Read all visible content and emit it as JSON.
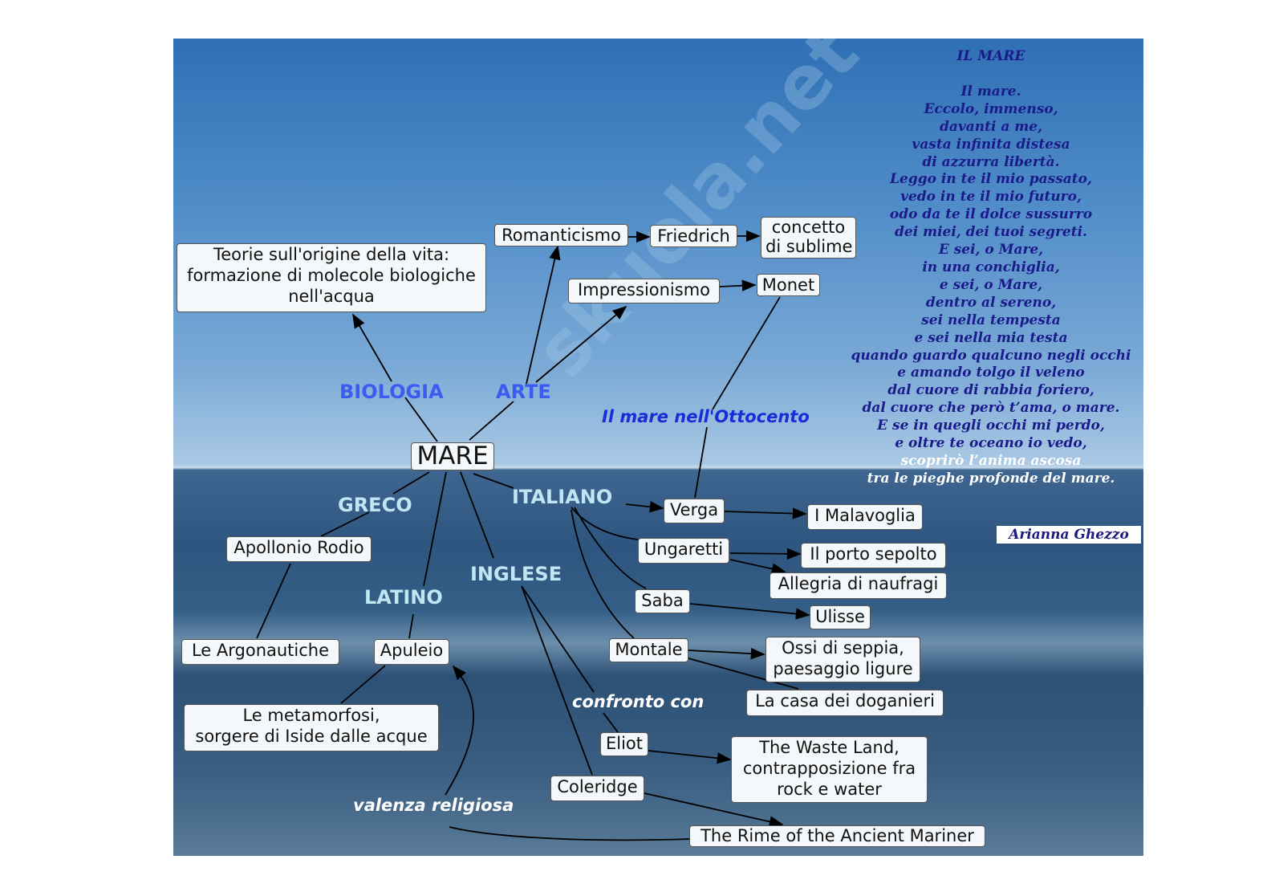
{
  "watermark": "skuola.net",
  "center": "MARE",
  "categories": {
    "biologia": "BIOLOGIA",
    "arte": "ARTE",
    "greco": "GRECO",
    "latino": "LATINO",
    "italiano": "ITALIANO",
    "inglese": "INGLESE"
  },
  "links": {
    "ottocento": "Il mare nell'Ottocento",
    "confronto": "confronto con",
    "valenza": "valenza religiosa"
  },
  "nodes": {
    "teorie": [
      "Teorie sull'origine della vita:",
      "formazione di molecole biologiche",
      "nell'acqua"
    ],
    "romanticismo": "Romanticismo",
    "friedrich": "Friedrich",
    "sublime": [
      "concetto",
      "di sublime"
    ],
    "impressionismo": "Impressionismo",
    "monet": "Monet",
    "apollonio": "Apollonio Rodio",
    "argonautiche": "Le Argonautiche",
    "apuleio": "Apuleio",
    "metamorfosi": [
      "Le metamorfosi,",
      "sorgere di Iside dalle acque"
    ],
    "verga": "Verga",
    "malavoglia": "I Malavoglia",
    "ungaretti": "Ungaretti",
    "porto": "Il porto sepolto",
    "allegria": "Allegria di naufragi",
    "saba": "Saba",
    "ulisse": "Ulisse",
    "montale": "Montale",
    "ossi": [
      "Ossi di seppia,",
      "paesaggio ligure"
    ],
    "casa": "La casa dei doganieri",
    "eliot": "Eliot",
    "waste": [
      "The Waste Land,",
      "contrapposizione fra",
      "rock e water"
    ],
    "coleridge": "Coleridge",
    "rime": "The Rime of the Ancient Mariner"
  },
  "poem": {
    "title": "IL MARE",
    "lines": [
      "Il mare.",
      "Eccolo, immenso,",
      "davanti a me,",
      "vasta infinita distesa",
      "di azzurra libertà.",
      "Leggo in te il mio passato,",
      "vedo in te il mio futuro,",
      "odo da te il dolce sussurro",
      "dei miei, dei tuoi segreti.",
      "E sei, o Mare,",
      "in una conchiglia,",
      "e sei, o Mare,",
      "dentro al sereno,",
      "sei nella tempesta",
      "e sei nella mia testa",
      "quando guardo qualcuno negli occhi",
      "e amando tolgo il veleno",
      "dal cuore di rabbia foriero,",
      "dal cuore che però t’ama, o mare.",
      "E se in quegli occhi mi perdo,",
      "e oltre te oceano io vedo,",
      "scoprirò l’anima ascosa",
      "tra le pieghe profonde del mare."
    ],
    "author": "Arianna Ghezzo"
  },
  "colors": {
    "biologia": "#3a5cf0",
    "arte": "#3a5cf0",
    "sea_labels": "#bfe6f2",
    "poem": "#1a1a8a"
  }
}
